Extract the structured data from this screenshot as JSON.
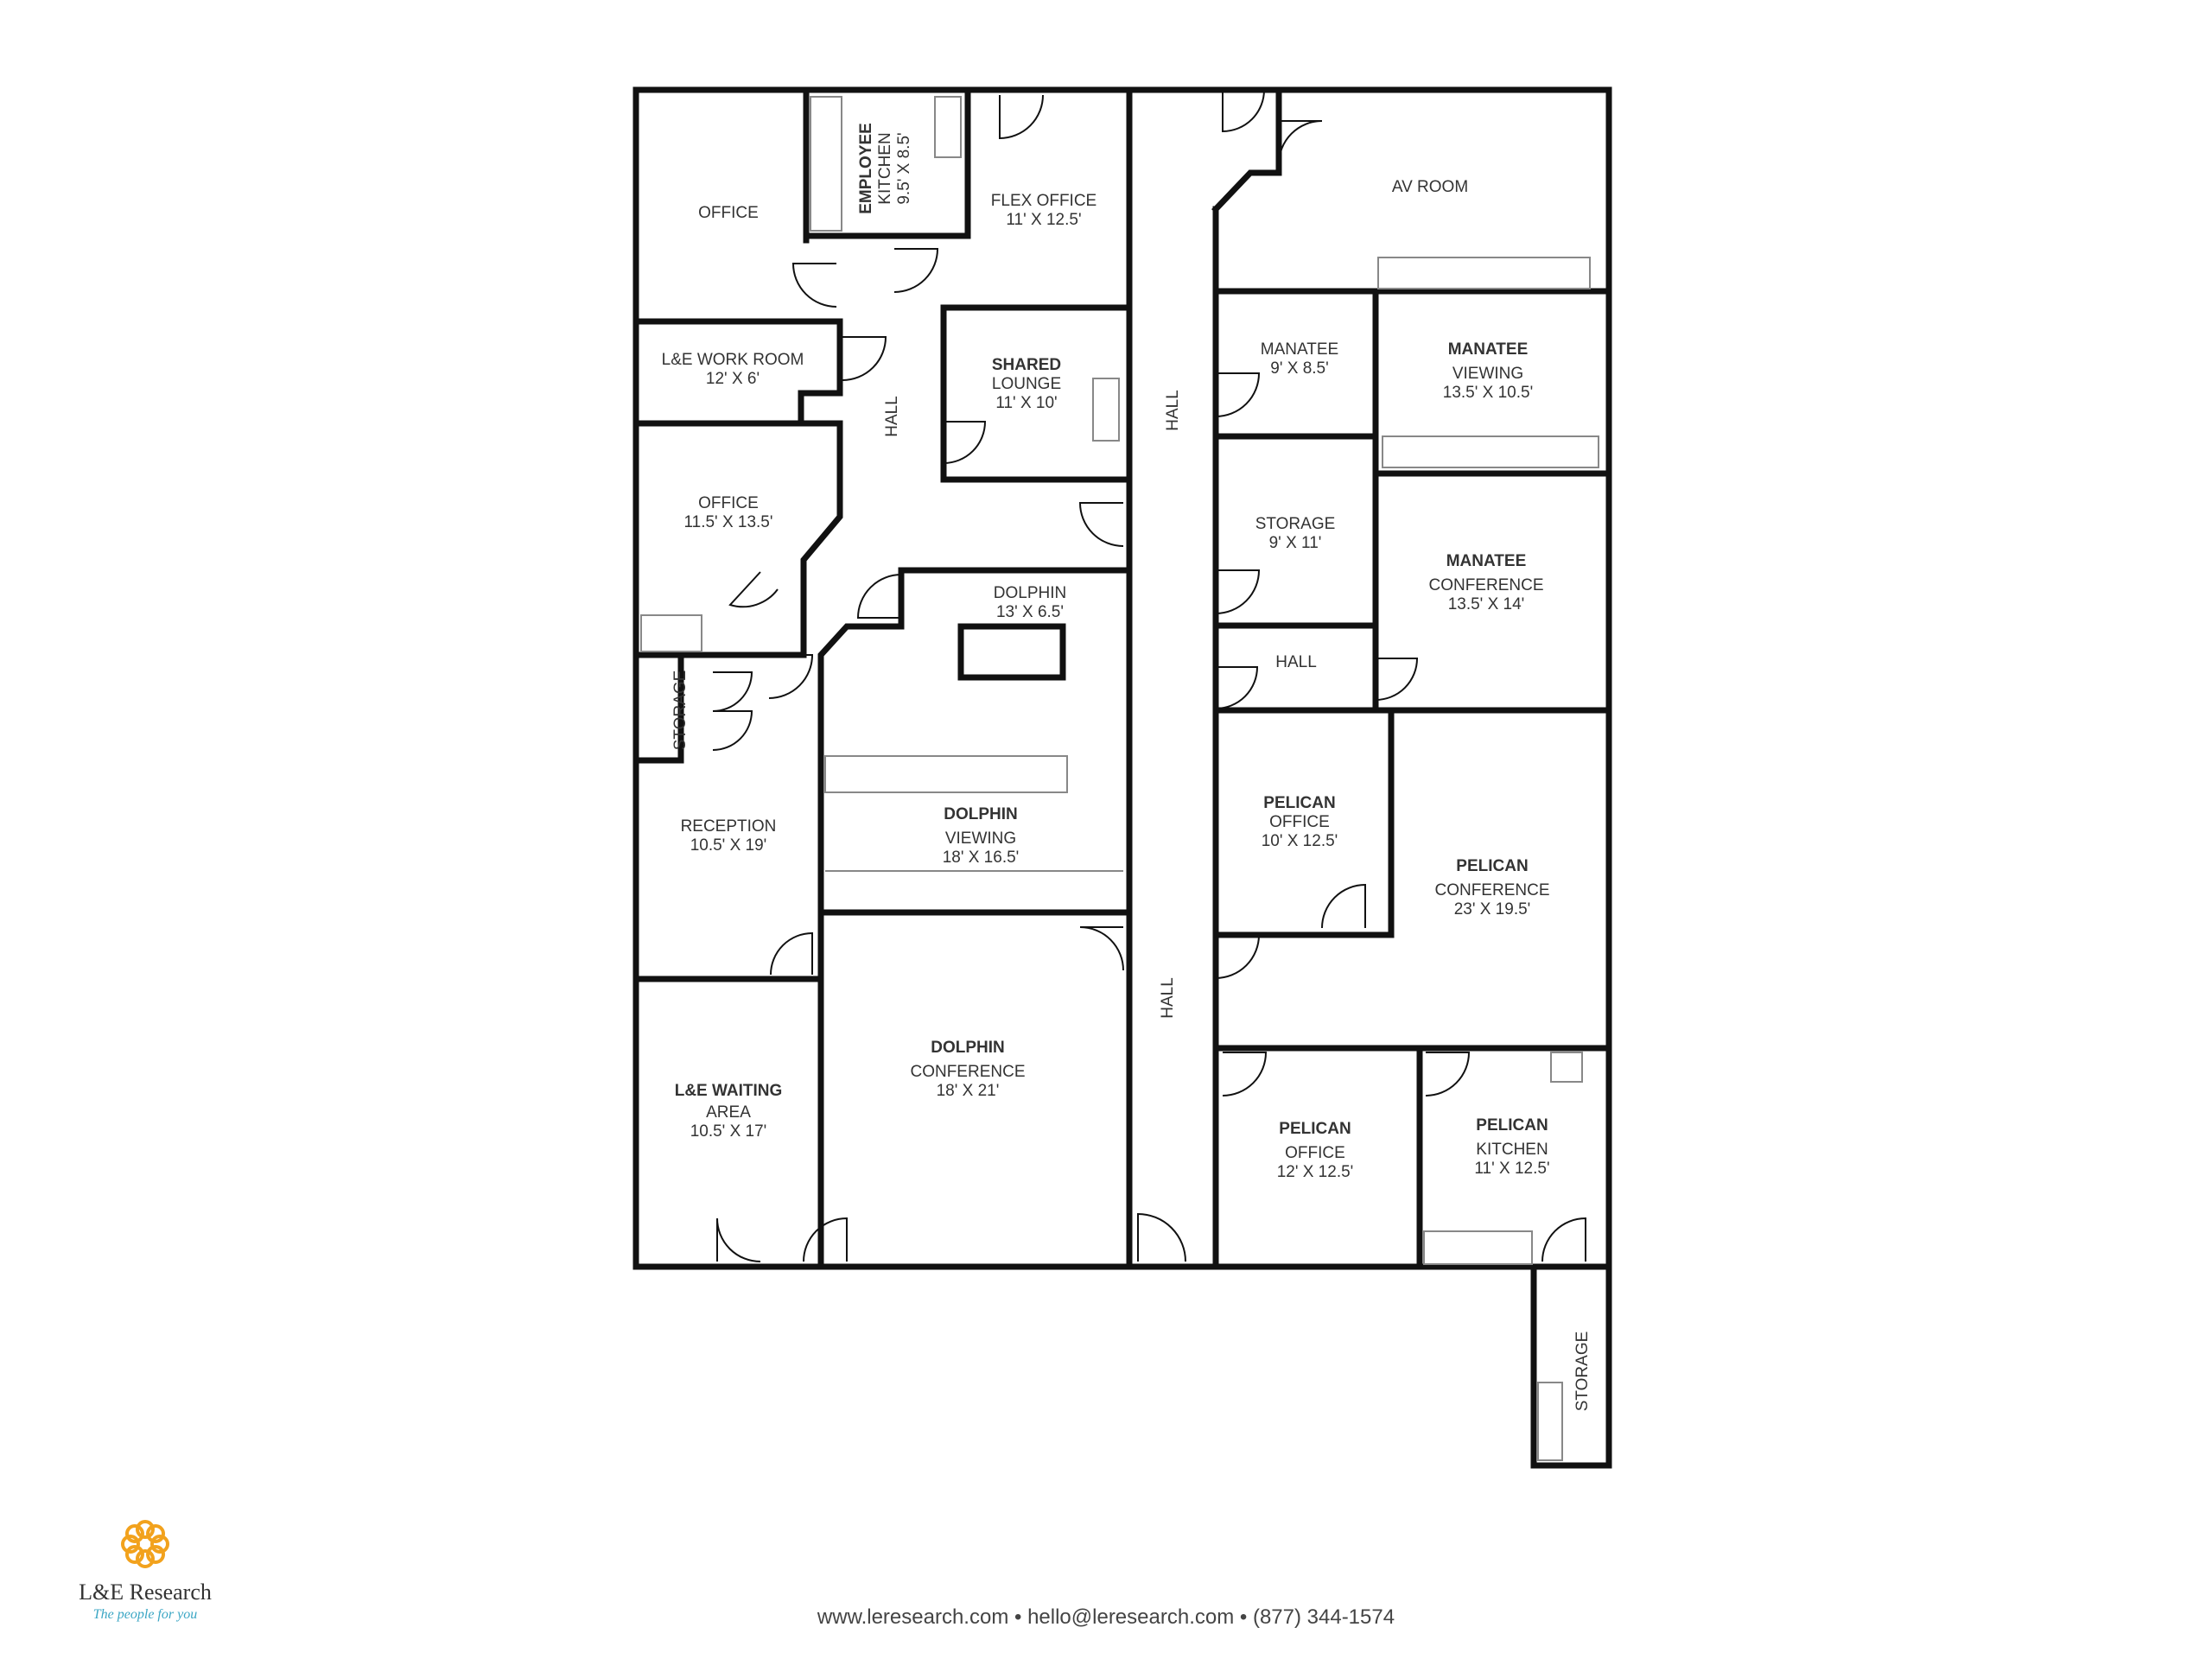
{
  "brand": {
    "name": "L&E Research",
    "tagline": "The people for you",
    "accent_color": "#f2a21d",
    "tagline_color": "#3aa6c4"
  },
  "footer": {
    "website": "www.leresearch.com",
    "email": "hello@leresearch.com",
    "phone": "(877) 344-1574",
    "separator": "•"
  },
  "rooms": {
    "office_nw": [
      "OFFICE"
    ],
    "employee_kitchen": [
      "EMPLOYEE",
      "KITCHEN",
      "9.5' X 8.5'"
    ],
    "flex_office": [
      "FLEX OFFICE",
      "11' X 12.5'"
    ],
    "av_room": [
      "AV ROOM"
    ],
    "le_work_room": [
      "L&E WORK ROOM",
      "12' X 6'"
    ],
    "hall_left": [
      "HALL"
    ],
    "shared_lounge": [
      "SHARED",
      "LOUNGE",
      "11' X 10'"
    ],
    "hall_center": [
      "HALL"
    ],
    "manatee": [
      "MANATEE",
      "9' X 8.5'"
    ],
    "manatee_viewing": [
      "MANATEE",
      "VIEWING",
      "13.5' X 10.5'"
    ],
    "office_west": [
      "OFFICE",
      "11.5' X 13.5'"
    ],
    "storage_mid": [
      "STORAGE",
      "9' X 11'"
    ],
    "manatee_conference": [
      "MANATEE",
      "CONFERENCE",
      "13.5' X 14'"
    ],
    "dolphin": [
      "DOLPHIN",
      "13' X 6.5'"
    ],
    "hall_small": [
      "HALL"
    ],
    "storage_west": [
      "STORAGE"
    ],
    "dolphin_viewing": [
      "DOLPHIN",
      "VIEWING",
      "18' X 16.5'"
    ],
    "pelican_office_n": [
      "PELICAN",
      "OFFICE",
      "10' X 12.5'"
    ],
    "pelican_conference": [
      "PELICAN",
      "CONFERENCE",
      "23' X 19.5'"
    ],
    "reception": [
      "RECEPTION",
      "10.5' X 19'"
    ],
    "hall_center_s": [
      "HALL"
    ],
    "dolphin_conference": [
      "DOLPHIN",
      "CONFERENCE",
      "18' X 21'"
    ],
    "le_waiting": [
      "L&E WAITING",
      "AREA",
      "10.5' X 17'"
    ],
    "pelican_office_s": [
      "PELICAN",
      "OFFICE",
      "12' X 12.5'"
    ],
    "pelican_kitchen": [
      "PELICAN",
      "KITCHEN",
      "11' X 12.5'"
    ],
    "storage_se": [
      "STORAGE"
    ]
  }
}
